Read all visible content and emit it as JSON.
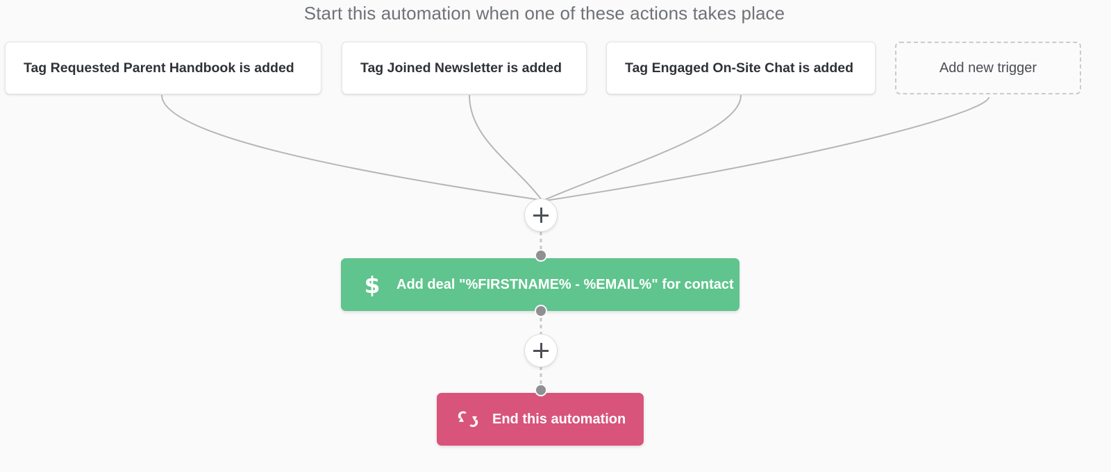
{
  "header": {
    "title": "Start this automation when one of these actions takes place"
  },
  "triggers": [
    {
      "label": "Tag Requested Parent Handbook is added",
      "type": "tag-added",
      "style": "solid"
    },
    {
      "label": "Tag Joined Newsletter is added",
      "type": "tag-added",
      "style": "solid"
    },
    {
      "label": "Tag Engaged On-Site Chat is added",
      "type": "tag-added",
      "style": "solid"
    },
    {
      "label": "Add new trigger",
      "type": "add-trigger",
      "style": "dashed"
    }
  ],
  "nodes": [
    {
      "id": "add-deal",
      "label": "Add deal \"%FIRSTNAME% - %EMAIL%\" for contact",
      "icon": "dollar-icon",
      "icon_glyph": "$",
      "color": "#5fc48d"
    },
    {
      "id": "end-automation",
      "label": "End this automation",
      "icon": "end-automation-icon",
      "icon_glyph": "",
      "color": "#d9547a"
    }
  ],
  "add_buttons": [
    {
      "id": "add-step-top",
      "label": "+"
    },
    {
      "id": "add-step-bottom",
      "label": "+"
    }
  ],
  "colors": {
    "background": "#fafafa",
    "header_text": "#6f7277",
    "card_border": "#e3e4e6",
    "dashed_border": "#c9cbcd",
    "connector_line": "#b5b6b8",
    "endpoint_dot": "#8e9094",
    "action_green": "#5fc48d",
    "action_red": "#d9547a"
  }
}
